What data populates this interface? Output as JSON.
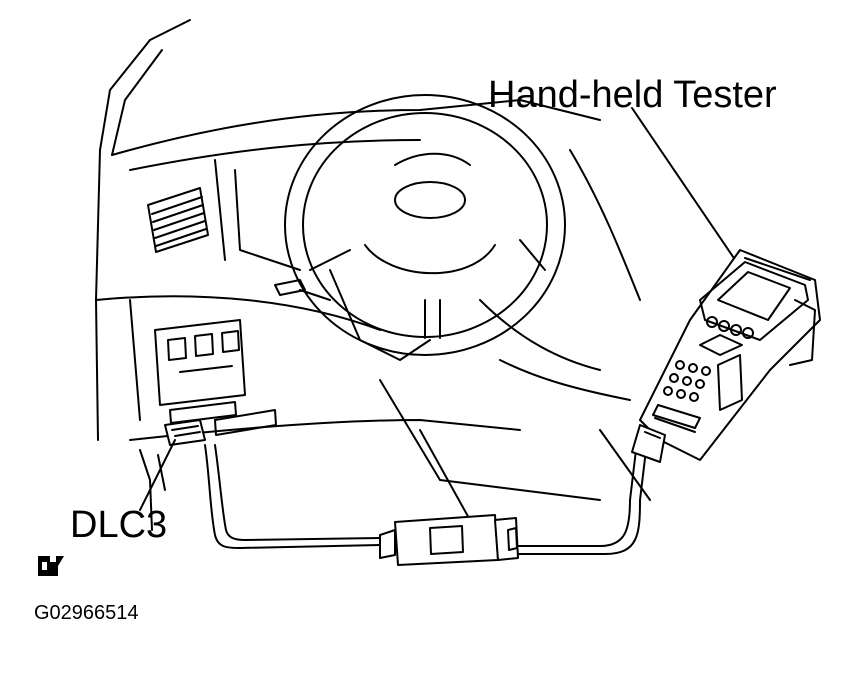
{
  "labels": {
    "tester": "Hand-held  Tester",
    "connector": "DLC3",
    "figure_code": "G02966514"
  },
  "colors": {
    "line": "#000000",
    "background": "#ffffff"
  },
  "icons": {
    "logo": "sae-corner-logo"
  }
}
